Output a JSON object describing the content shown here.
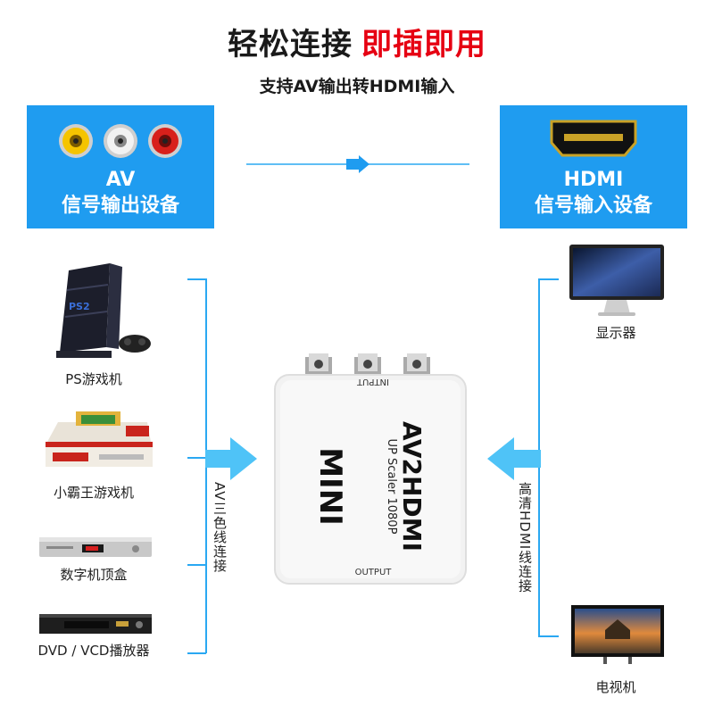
{
  "header": {
    "title_main": "轻松连接",
    "title_accent": "即插即用",
    "subtitle": "支持AV输出转HDMI输入"
  },
  "source_box": {
    "line1": "AV",
    "line2": "信号输出设备"
  },
  "target_box": {
    "line1": "HDMI",
    "line2": "信号输入设备"
  },
  "left_devices": [
    {
      "label": "PS游戏机"
    },
    {
      "label": "小霸王游戏机"
    },
    {
      "label": "数字机顶盒"
    },
    {
      "label": "DVD / VCD播放器"
    }
  ],
  "right_devices": [
    {
      "label": "显示器"
    },
    {
      "label": "电视机"
    }
  ],
  "left_connection": "AV三色线连接",
  "right_connection": "高清HDMI线连接",
  "converter": {
    "input_label": "INTPUT",
    "output_label": "OUTPUT",
    "brand": "MINI",
    "model": "AV2HDMI",
    "spec": "UP Scaler 1080P"
  },
  "colors": {
    "accent_blue": "#1f9cf0",
    "title_red": "#e60012",
    "rca_yellow": "#f5c400",
    "rca_white": "#e8e8e8",
    "rca_red": "#d8201b"
  }
}
